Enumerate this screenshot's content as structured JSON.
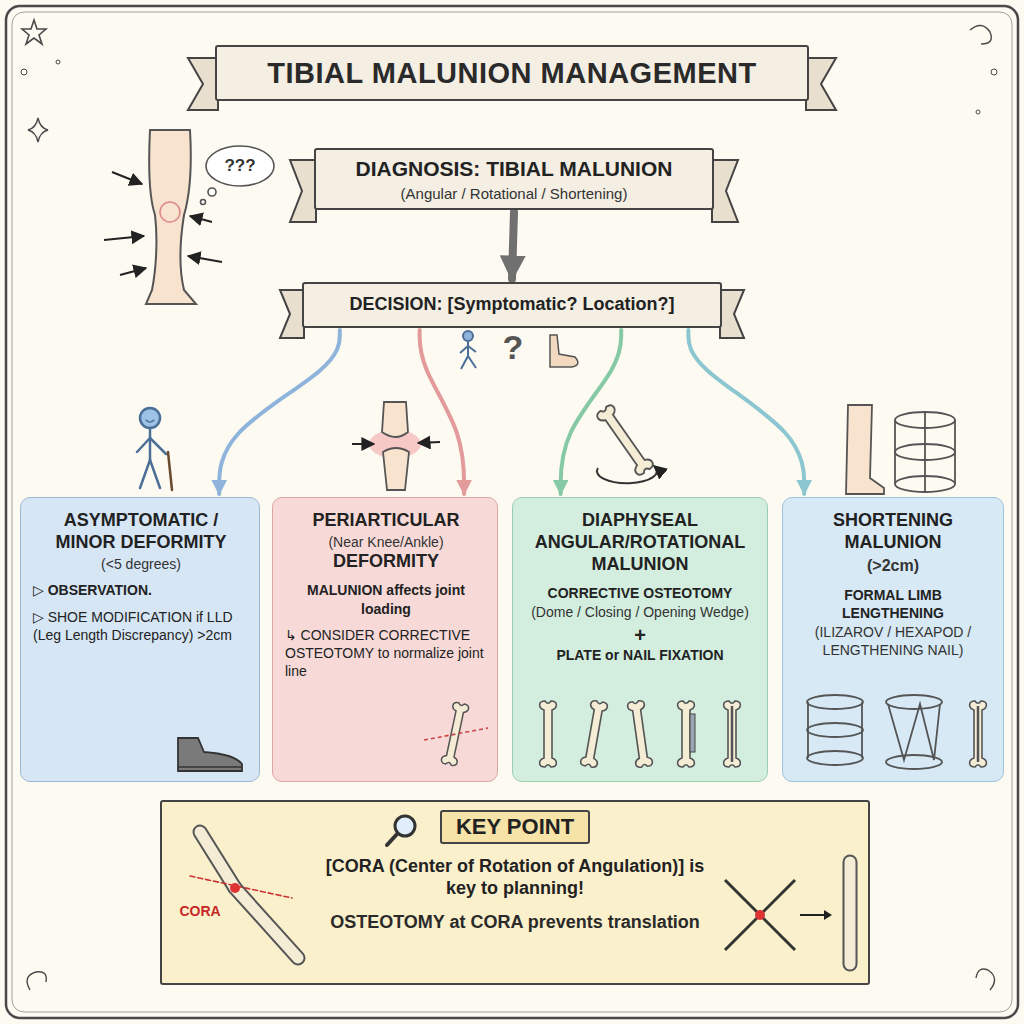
{
  "diagram": {
    "title": "TIBIAL MALUNION MANAGEMENT",
    "nodes": [
      {
        "text": [
          "DIAGNOSIS: TIBIAL MALUNION",
          "(Angular / Rotational / Shortening)"
        ]
      },
      {
        "text": [
          "DECISION: [Symptomatic? Location?]"
        ]
      },
      {
        "text": [
          "ASYMPTOMATIC / MINOR DEFORMITY",
          "(<5 degrees)",
          "▷ OBSERVATION.",
          "▷ SHOE MODIFICATION if LLD (Leg Length Discrepancy) >2cm"
        ]
      },
      {
        "text": [
          "PERIARTICULAR",
          "(Near Knee/Ankle)",
          "DEFORMITY",
          "MALUNION affects joint loading",
          "↳ CONSIDER CORRECTIVE OSTEOTOMY to normalize joint line"
        ]
      },
      {
        "text": [
          "DIAPHYSEAL ANGULAR/ROTATIONAL MALUNION",
          "CORRECTIVE OSTEOTOMY",
          "(Dome / Closing / Opening Wedge)",
          "+",
          "PLATE or NAIL FIXATION"
        ]
      },
      {
        "text": [
          "SHORTENING MALUNION",
          "(>2cm)",
          "FORMAL LIMB LENGTHENING",
          "(ILIZAROV / HEXAPOD / LENGTHENING NAIL)"
        ]
      },
      {
        "text": [
          "KEY POINT",
          "[CORA (Center of Rotation of Angulation)] is key to planning!",
          "OSTEOTOMY at CORA prevents translation"
        ]
      }
    ],
    "edges": [
      {
        "from": 0,
        "to": 1,
        "arrow": "to"
      },
      {
        "from": 1,
        "to": 2,
        "arrow": "to"
      },
      {
        "from": 1,
        "to": 3,
        "arrow": "to"
      },
      {
        "from": 1,
        "to": 4,
        "arrow": "to"
      },
      {
        "from": 1,
        "to": 5,
        "arrow": "to"
      }
    ],
    "labels": [
      "???",
      "?",
      "CORA"
    ]
  }
}
